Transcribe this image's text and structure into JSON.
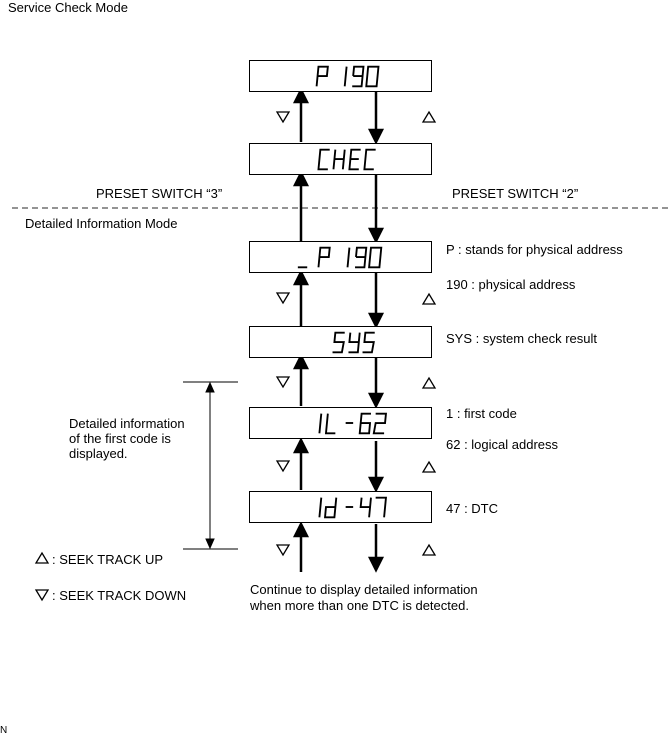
{
  "mode_labels": {
    "service": "Service Check Mode",
    "detailed": "Detailed Information Mode"
  },
  "preset": {
    "switch3": "PRESET SWITCH “3”",
    "switch2": "PRESET SWITCH “2”"
  },
  "displays": [
    {
      "text": "P 190"
    },
    {
      "text": "CHEC"
    },
    {
      "text": "_P 190"
    },
    {
      "text": "SYS"
    },
    {
      "text": "1L-62"
    },
    {
      "text": "1d-47"
    }
  ],
  "notes": {
    "p_physical": "P : stands for physical address",
    "physical_address": "190 : physical address",
    "sys_result": "SYS : system check result",
    "first_code": "1 : first code",
    "logical_address": "62 : logical address",
    "dtc": "47 : DTC"
  },
  "bracket_text": "Detailed information of the first code is displayed.",
  "legend": {
    "up": ": SEEK TRACK UP",
    "down": ": SEEK TRACK DOWN"
  },
  "continue_text_1": "Continue to display detailed information",
  "continue_text_2": "when more than one DTC is detected.",
  "corner_mark": "N"
}
